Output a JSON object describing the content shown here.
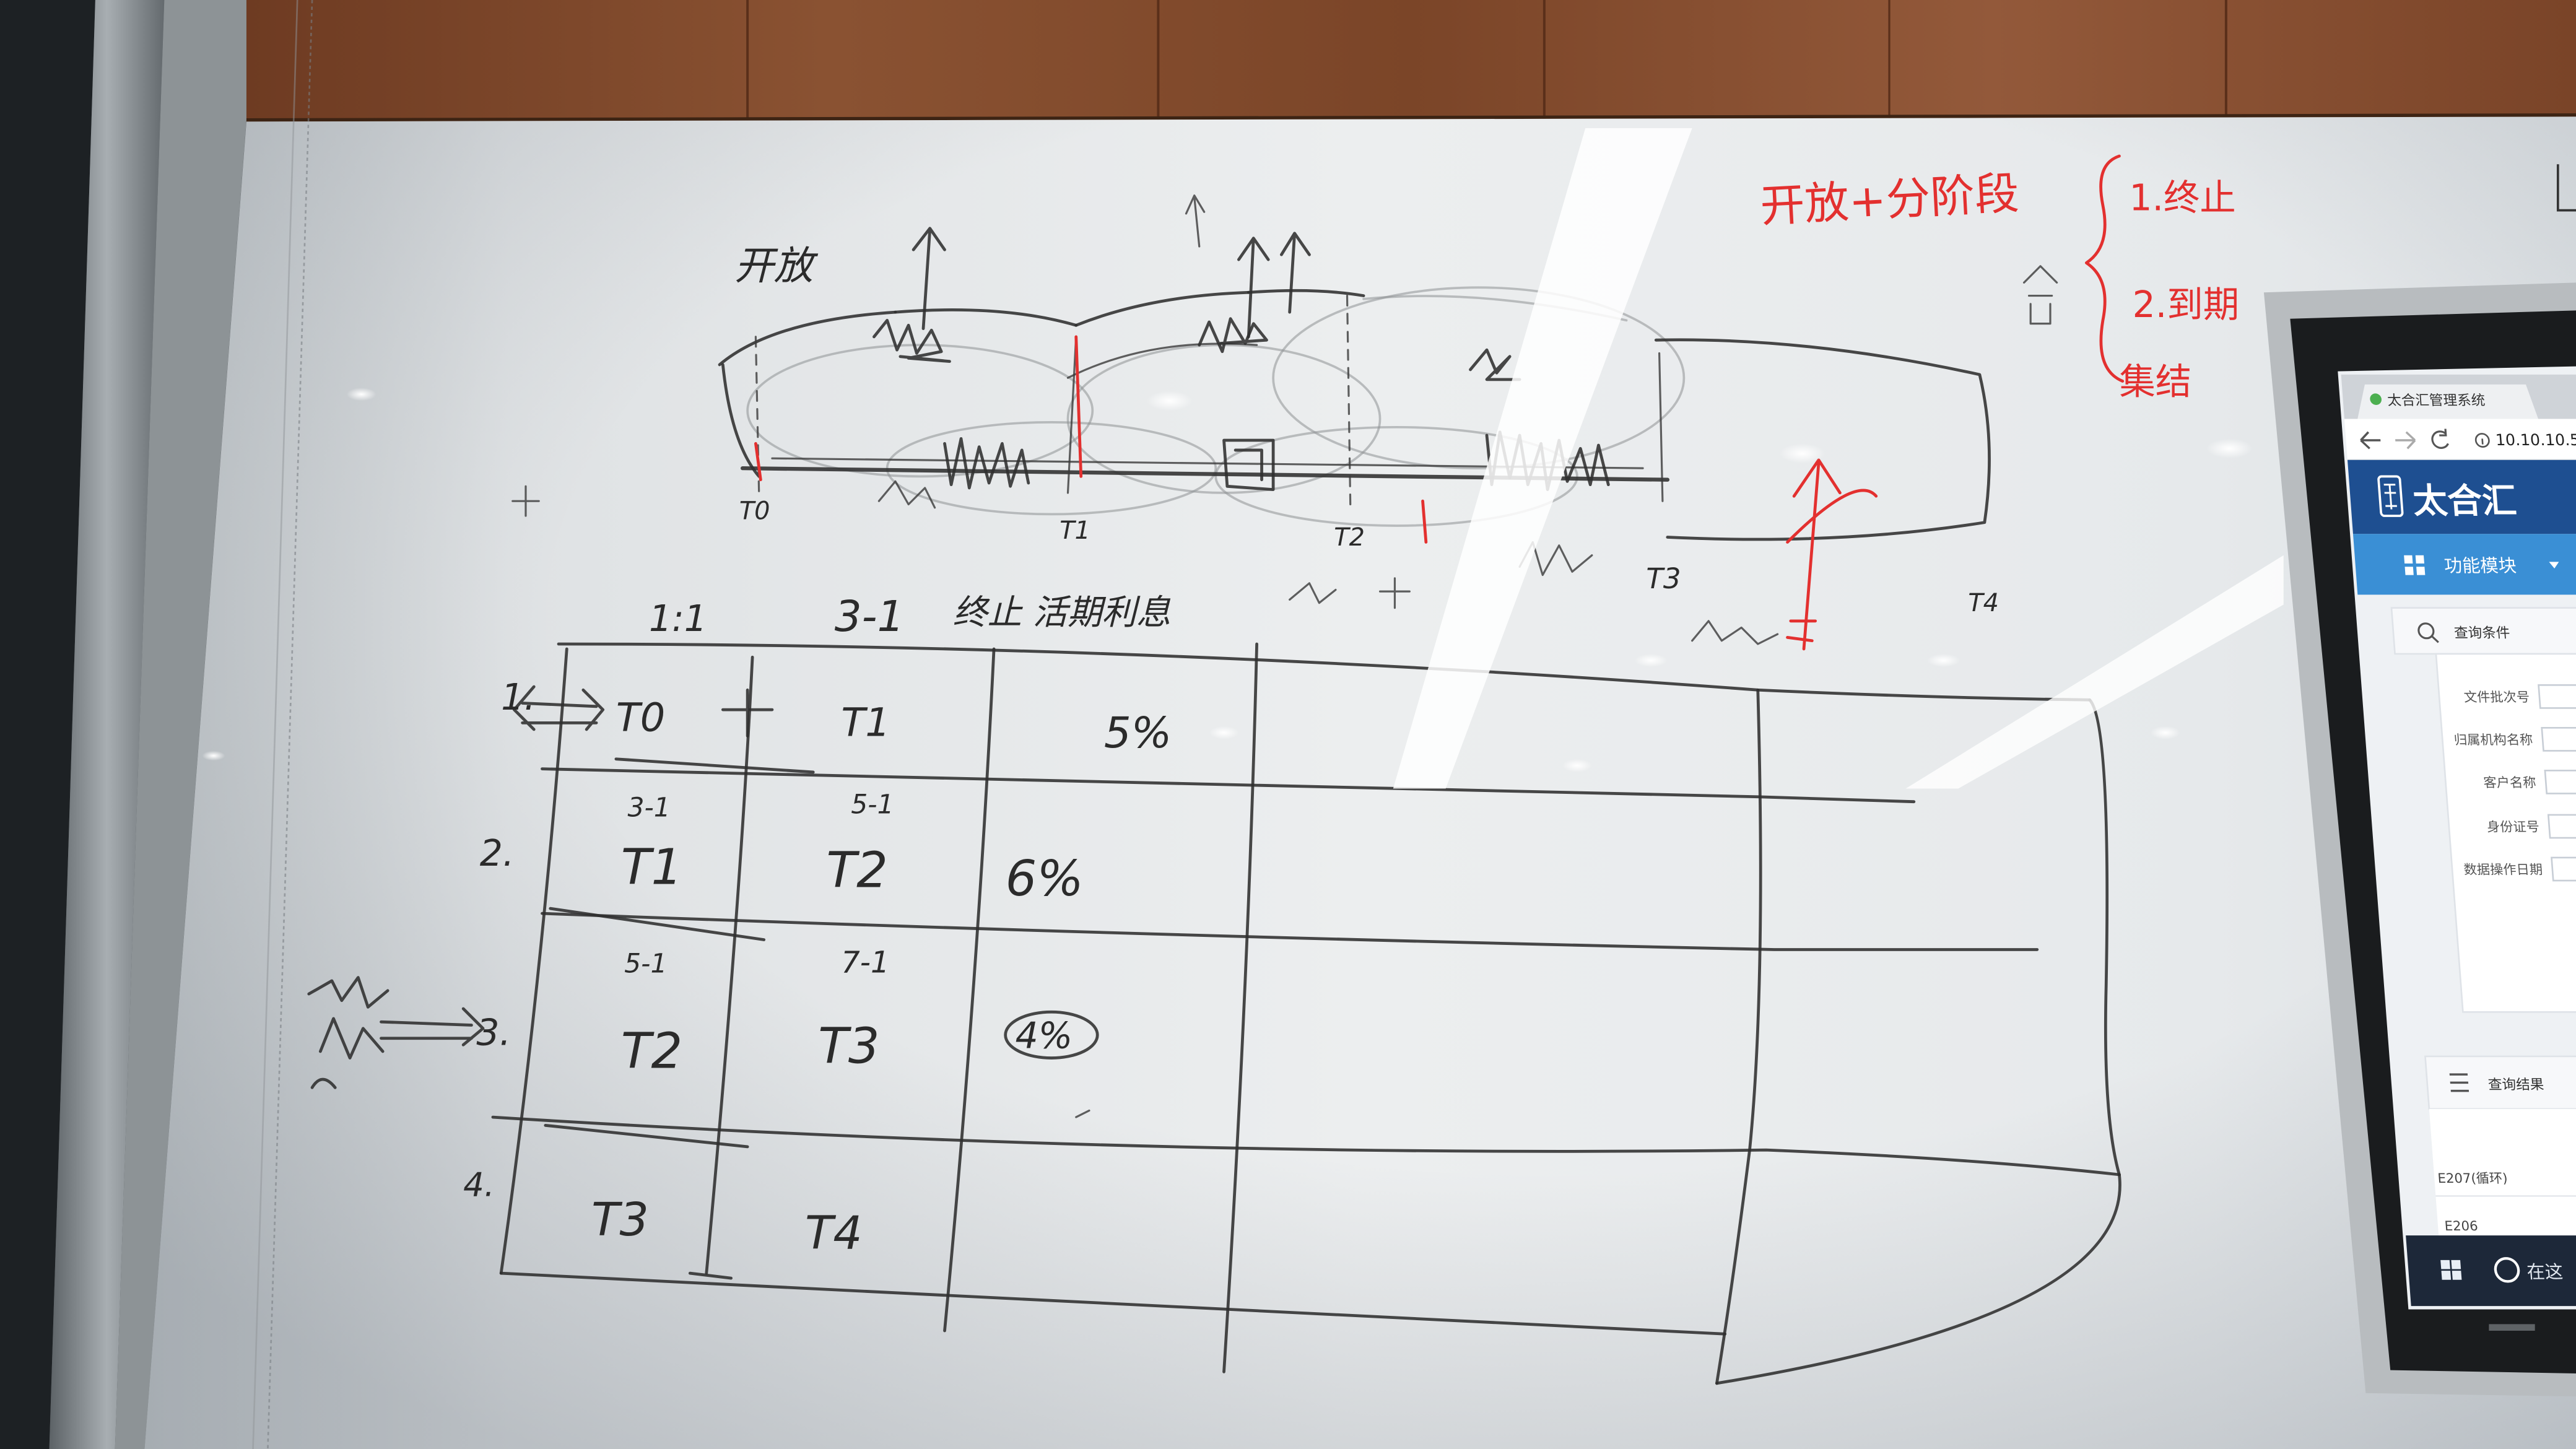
{
  "whiteboard": {
    "sketch": {
      "top_label": "开放",
      "timeline_ticks": [
        "T0",
        "T1",
        "T2",
        "T3",
        "T4"
      ],
      "notes": [
        "1:1",
        "3-1",
        "终止 活期利息"
      ]
    },
    "red_note": {
      "heading": "开放+分阶段",
      "items": [
        "1.终止",
        "2.到期"
      ],
      "footer": "集结"
    },
    "table": {
      "rows": [
        {
          "label": "1.",
          "c1": "T0",
          "c2": "T1",
          "rate": "5%"
        },
        {
          "label": "2.",
          "c1_note": "3-1",
          "c1": "T1",
          "c2_note": "5-1",
          "c2": "T2",
          "rate": "6%"
        },
        {
          "label": "3.",
          "c1_note": "5-1",
          "c1": "T2",
          "c2_note": "7-1",
          "c2": "T3",
          "rate": "4%"
        },
        {
          "label": "4.",
          "c1": "T3",
          "c2": "T4"
        }
      ]
    },
    "ink_colors": {
      "black": "#2e2e2e",
      "red": "#e3302f"
    }
  },
  "monitor": {
    "tab_title": "太合汇管理系统",
    "url": "10.10.10.5",
    "logo_text": "太合汇",
    "nav_label": "功能模块",
    "search_panel_title": "查询条件",
    "search_fields": [
      "文件批次号",
      "归属机构名称",
      "客户名称",
      "身份证号",
      "数据操作日期"
    ],
    "results_title": "查询结果",
    "result_rows": [
      "E207(循环)",
      "E206"
    ],
    "taskbar_search": "在这",
    "icons": [
      "back-arrow-icon",
      "forward-arrow-icon",
      "refresh-icon",
      "info-icon",
      "logo-seal-icon",
      "grid-icon",
      "caret-down-icon",
      "search-icon",
      "list-icon",
      "windows-logo-icon",
      "cortana-circle-icon"
    ],
    "colors": {
      "header": "#1e4f91",
      "nav": "#3a8fd5",
      "taskbar": "#1d2839"
    }
  }
}
